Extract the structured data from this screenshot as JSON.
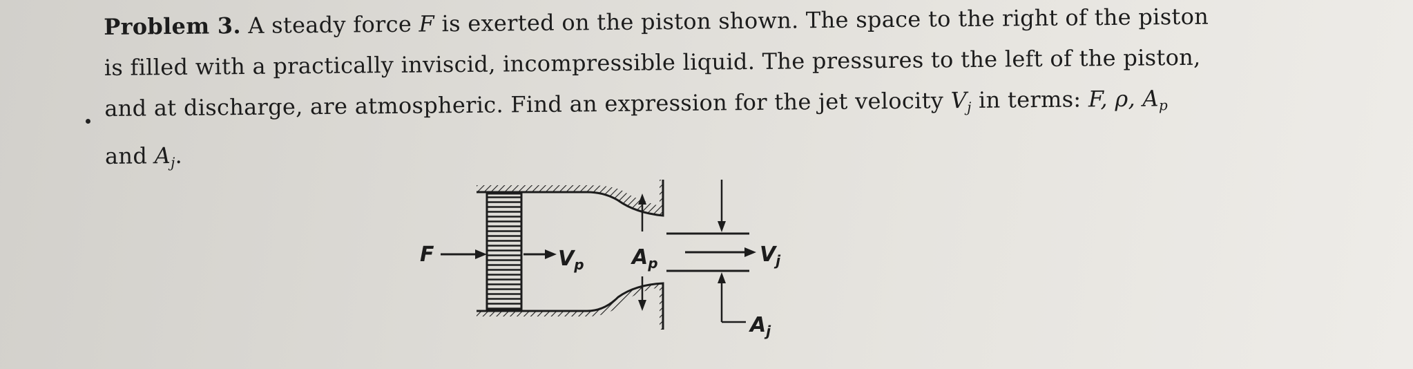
{
  "problem": {
    "label": "Problem 3.",
    "sentence1": "A steady force",
    "force_var": "F",
    "sentence1b": "is exerted on the piston shown. The space to the right of the piston",
    "line2": "is filled with a practically inviscid, incompressible liquid. The pressures to the left of the piston,",
    "line3a": "and at discharge, are atmospheric. Find an expression for the jet velocity",
    "jet_var": "V",
    "jet_sub": "j",
    "line3b": "in terms:",
    "terms_list": "F, ρ, A",
    "terms_sub": "p",
    "line4a": "and",
    "area_var": "A",
    "area_sub": "j",
    "line4b": "."
  },
  "diagram": {
    "force_label": "F",
    "piston_velocity_label": "V",
    "piston_velocity_sub": "p",
    "piston_area_label": "A",
    "piston_area_sub": "p",
    "jet_velocity_label": "V",
    "jet_velocity_sub": "j",
    "jet_area_label": "A",
    "jet_area_sub": "j"
  }
}
